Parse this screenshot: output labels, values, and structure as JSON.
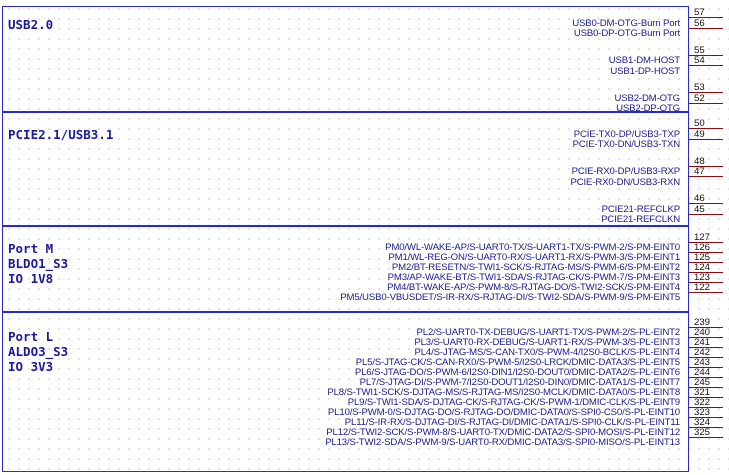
{
  "blocks": [
    {
      "title": "USB2.0",
      "pins": [
        {
          "num": "57",
          "signal": ""
        },
        {
          "num": "56",
          "signal": "USB0-DM-OTG-Burn Port"
        },
        {
          "num": "",
          "signal": "USB0-DP-OTG-Burn Port"
        },
        {
          "num": "55",
          "signal": ""
        },
        {
          "num": "54",
          "signal": "USB1-DM-HOST"
        },
        {
          "num": "",
          "signal": "USB1-DP-HOST"
        },
        {
          "num": "53",
          "signal": ""
        },
        {
          "num": "52",
          "signal": "USB2-DM-OTG"
        },
        {
          "num": "",
          "signal": "USB2-DP-OTG"
        }
      ]
    },
    {
      "title": "PCIE2.1/USB3.1",
      "pins": [
        {
          "num": "50",
          "signal": ""
        },
        {
          "num": "49",
          "signal": "PCIE-TX0-DP/USB3-TXP"
        },
        {
          "num": "",
          "signal": "PCIE-TX0-DN/USB3-TXN"
        },
        {
          "num": "48",
          "signal": ""
        },
        {
          "num": "47",
          "signal": "PCIE-RX0-DP/USB3-RXP"
        },
        {
          "num": "",
          "signal": "PCIE-RX0-DN/USB3-RXN"
        },
        {
          "num": "46",
          "signal": ""
        },
        {
          "num": "45",
          "signal": "PCIE21-REFCLKP"
        },
        {
          "num": "",
          "signal": "PCIE21-REFCLKN"
        }
      ]
    },
    {
      "title": "Port M\nBLDO1_S3\nIO 1V8",
      "pins": [
        {
          "num": "127",
          "signal": ""
        },
        {
          "num": "126",
          "signal": "PM0/WL-WAKE-AP/S-UART0-TX/S-UART1-TX/S-PWM-2/S-PM-EINT0"
        },
        {
          "num": "125",
          "signal": "PM1/WL-REG-ON/S-UART0-RX/S-UART1-RX/S-PWM-3/S-PM-EINT1"
        },
        {
          "num": "124",
          "signal": "PM2/BT-RESETN/S-TWI1-SCK/S-RJTAG-MS/S-PWM-6/S-PM-EINT2"
        },
        {
          "num": "123",
          "signal": "PM3/AP-WAKE-BT/S-TWI1-SDA/S-RJTAG-CK/S-PWM-7/S-PM-EINT3"
        },
        {
          "num": "122",
          "signal": "PM4/BT-WAKE-AP/S-PWM-8/S-RJTAG-DO/S-TWI2-SCK/S-PM-EINT4"
        },
        {
          "num": "",
          "signal": "PM5/USB0-VBUSDET/S-IR-RX/S-RJTAG-DI/S-TWI2-SDA/S-PWM-9/S-PM-EINT5"
        }
      ]
    },
    {
      "title": "Port L\nALDO3_S3\nIO 3V3",
      "pins": [
        {
          "num": "239",
          "signal": ""
        },
        {
          "num": "240",
          "signal": "PL2/S-UART0-TX-DEBUG/S-UART1-TX/S-PWM-2/S-PL-EINT2"
        },
        {
          "num": "241",
          "signal": "PL3/S-UART0-RX-DEBUG/S-UART1-RX/S-PWM-3/S-PL-EINT3"
        },
        {
          "num": "242",
          "signal": "PL4/S-JTAG-MS/S-CAN-TX0/S-PWM-4/I2S0-BCLK/S-PL-EINT4"
        },
        {
          "num": "243",
          "signal": "PL5/S-JTAG-CK/S-CAN-RX0/S-PWM-5/I2S0-LRCK/DMIC-DATA3/S-PL-EINT5"
        },
        {
          "num": "244",
          "signal": "PL6/S-JTAG-DO/S-PWM-6/I2S0-DIN1/I2S0-DOUT0/DMIC-DATA2/S-PL-EINT6"
        },
        {
          "num": "245",
          "signal": "PL7/S-JTAG-DI/S-PWM-7/I2S0-DOUT1/I2S0-DIN0/DMIC-DATA1/S-PL-EINT7"
        },
        {
          "num": "321",
          "signal": "PL8/S-TWI1-SCK/S-DJTAG-MS/S-RJTAG-MS/I2S0-MCLK/DMIC-DATA0/S-PL-EINT8"
        },
        {
          "num": "322",
          "signal": "PL9/S-TWI1-SDA/S-DJTAG-CK/S-RJTAG-CK/S-PWM-1/DMIC-CLK/S-PL-EINT9"
        },
        {
          "num": "323",
          "signal": "PL10/S-PWM-0/S-DJTAG-DO/S-RJTAG-DO/DMIC-DATA0/S-SPI0-CS0/S-PL-EINT10"
        },
        {
          "num": "324",
          "signal": "PL11/S-IR-RX/S-DJTAG-DI/S-RJTAG-DI/DMIC-DATA1/S-SPI0-CLK/S-PL-EINT11"
        },
        {
          "num": "325",
          "signal": "PL12/S-TWI2-SCK/S-PWM-8/S-UART0-TX/DMIC-DATA2/S-SPI0-MOSI/S-PL-EINT12"
        },
        {
          "num": "",
          "signal": "PL13/S-TWI2-SDA/S-PWM-9/S-UART0-RX/DMIC-DATA3/S-SPI0-MISO/S-PL-EINT13"
        }
      ]
    }
  ],
  "colors": {
    "border": "#2a2ad0",
    "title": "#1a1a9a",
    "signal": "#1c1c8c",
    "pin_number": "#111111",
    "pin_lead": "#8b0d0d",
    "grid_dot": "#c9c9c9",
    "background": "#ffffff"
  }
}
